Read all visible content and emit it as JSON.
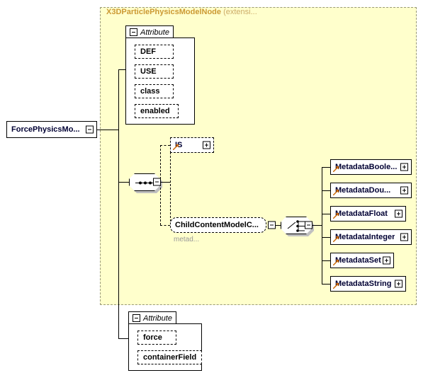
{
  "diagram": {
    "type": "xml-schema-element-diagram",
    "root_element": {
      "label": "ForcePhysicsMo...",
      "expander": "minus",
      "name": "ForcePhysicsModel"
    },
    "extension_panel": {
      "title": "X3DParticlePhysicsModelNode",
      "title_suffix": "(extensi...",
      "background_color": "#ffffcc",
      "border_color": "#999977"
    },
    "inherited_attribute_group": {
      "title": "Attribute",
      "toggle": "minus",
      "items": [
        {
          "label": "DEF"
        },
        {
          "label": "USE"
        },
        {
          "label": "class"
        },
        {
          "label": "enabled"
        }
      ]
    },
    "own_attribute_group": {
      "title": "Attribute",
      "toggle": "minus",
      "items": [
        {
          "label": "force"
        },
        {
          "label": "containerField"
        }
      ]
    },
    "sequence_compositor": {
      "kind": "sequence",
      "expander": "minus"
    },
    "choice_compositor": {
      "kind": "choice",
      "expander": "minus"
    },
    "content_nodes": [
      {
        "label": "IS",
        "expander": "plus",
        "style": "dashed-ref"
      }
    ],
    "child_content_model": {
      "label": "ChildContentModelC...",
      "caption": "metad...",
      "expander": "minus",
      "style": "rounded-dashed"
    },
    "metadata_nodes": [
      {
        "label": "MetadataBoole...",
        "expander": "plus"
      },
      {
        "label": "MetadataDou...",
        "expander": "plus"
      },
      {
        "label": "MetadataFloat",
        "expander": "plus"
      },
      {
        "label": "MetadataInteger",
        "expander": "plus"
      },
      {
        "label": "MetadataSet",
        "expander": "plus"
      },
      {
        "label": "MetadataString",
        "expander": "plus"
      }
    ]
  }
}
